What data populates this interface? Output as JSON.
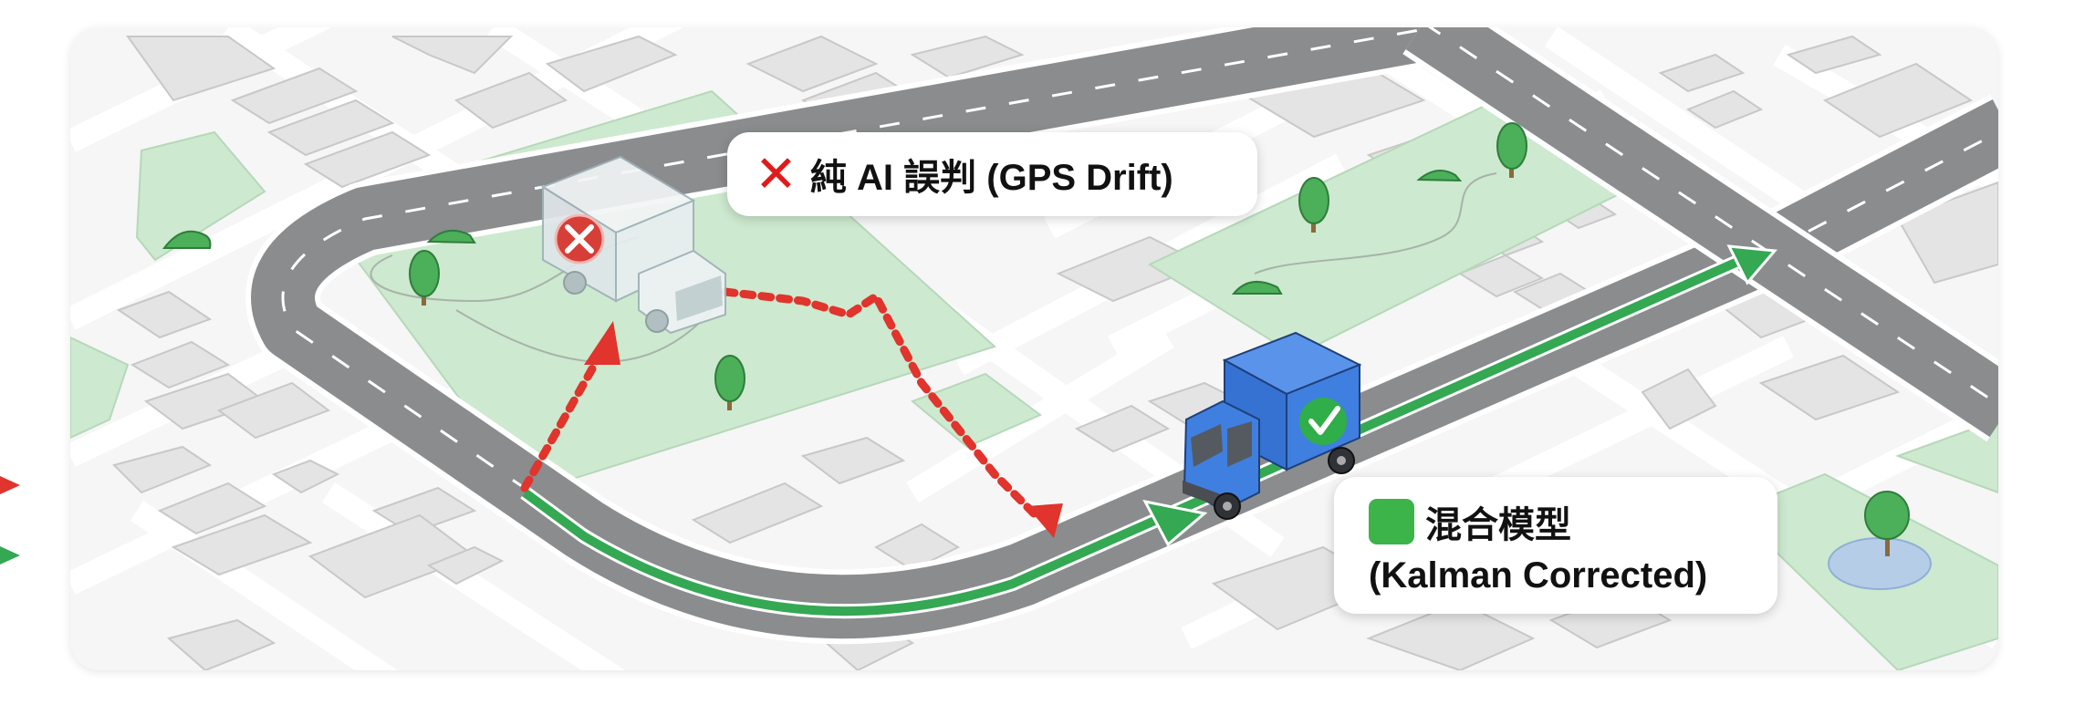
{
  "labels": {
    "drift": {
      "icon": "cross-mark-icon",
      "icon_glyph": "✕",
      "text": "純 AI 誤判 (GPS Drift)",
      "color": "#e01b1b"
    },
    "kalman": {
      "icon": "check-mark-box-icon",
      "icon_glyph": "✓",
      "line1": "混合模型",
      "line2": "(Kalman Corrected)",
      "color": "#3cb44a"
    }
  },
  "trucks": {
    "drift_truck": {
      "badge": "cross-badge",
      "color": "#dfe6ea",
      "badge_color": "#d9302c"
    },
    "corrected_truck": {
      "badge": "check-badge",
      "color": "#3f7fe0",
      "badge_color": "#2fae4a"
    }
  },
  "paths": {
    "drift_path_color": "#e0342c",
    "corrected_path_color": "#34a853"
  },
  "map_colors": {
    "background": "#f2f2f2",
    "block": "#ebebeb",
    "building": "#e2e2e2",
    "park": "#cde9cf",
    "road": "#8a8c8e",
    "water": "#b6cde8",
    "tree": "#4caf5a"
  },
  "legend_stub": {
    "red_arrow_color": "#e0342c",
    "green_arrow_color": "#34a853"
  }
}
